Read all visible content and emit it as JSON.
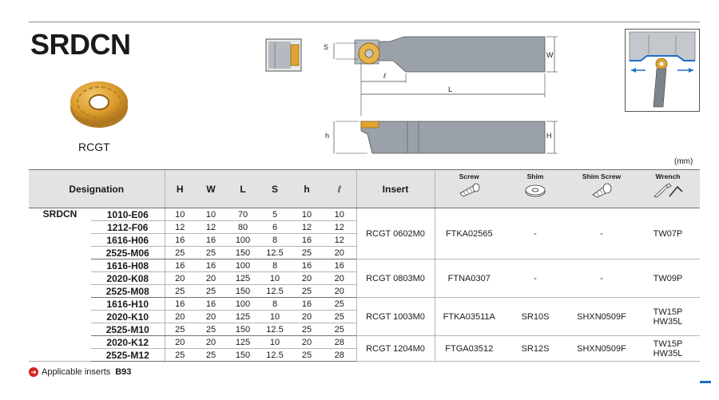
{
  "product": {
    "title": "SRDCN",
    "insert_shape": "RCGT",
    "units": "(mm)"
  },
  "diagram_labels": {
    "S": "S",
    "W": "W",
    "ell": "ℓ",
    "L": "L",
    "h": "h",
    "H": "H"
  },
  "table": {
    "headers": {
      "designation": "Designation",
      "H": "H",
      "W": "W",
      "L": "L",
      "S": "S",
      "h": "h",
      "ell": "ℓ",
      "insert": "Insert",
      "screw": "Screw",
      "shim": "Shim",
      "shim_screw": "Shim Screw",
      "wrench": "Wrench"
    },
    "series": "SRDCN",
    "rows": [
      {
        "designation": "1010-E06",
        "H": "10",
        "W": "10",
        "L": "70",
        "S": "5",
        "h": "10",
        "ell": "10"
      },
      {
        "designation": "1212-F06",
        "H": "12",
        "W": "12",
        "L": "80",
        "S": "6",
        "h": "12",
        "ell": "12"
      },
      {
        "designation": "1616-H06",
        "H": "16",
        "W": "16",
        "L": "100",
        "S": "8",
        "h": "16",
        "ell": "12"
      },
      {
        "designation": "2525-M06",
        "H": "25",
        "W": "25",
        "L": "150",
        "S": "12.5",
        "h": "25",
        "ell": "20"
      },
      {
        "designation": "1616-H08",
        "H": "16",
        "W": "16",
        "L": "100",
        "S": "8",
        "h": "16",
        "ell": "16"
      },
      {
        "designation": "2020-K08",
        "H": "20",
        "W": "20",
        "L": "125",
        "S": "10",
        "h": "20",
        "ell": "20"
      },
      {
        "designation": "2525-M08",
        "H": "25",
        "W": "25",
        "L": "150",
        "S": "12.5",
        "h": "25",
        "ell": "20"
      },
      {
        "designation": "1616-H10",
        "H": "16",
        "W": "16",
        "L": "100",
        "S": "8",
        "h": "16",
        "ell": "25"
      },
      {
        "designation": "2020-K10",
        "H": "20",
        "W": "20",
        "L": "125",
        "S": "10",
        "h": "20",
        "ell": "25"
      },
      {
        "designation": "2525-M10",
        "H": "25",
        "W": "25",
        "L": "150",
        "S": "12.5",
        "h": "25",
        "ell": "25"
      },
      {
        "designation": "2020-K12",
        "H": "20",
        "W": "20",
        "L": "125",
        "S": "10",
        "h": "20",
        "ell": "28"
      },
      {
        "designation": "2525-M12",
        "H": "25",
        "W": "25",
        "L": "150",
        "S": "12.5",
        "h": "25",
        "ell": "28"
      }
    ],
    "groups": [
      {
        "insert": "RCGT 0602M0",
        "screw": "FTKA02565",
        "shim": "-",
        "shim_screw": "-",
        "wrench": [
          "TW07P"
        ]
      },
      {
        "insert": "RCGT 0803M0",
        "screw": "FTNA0307",
        "shim": "-",
        "shim_screw": "-",
        "wrench": [
          "TW09P"
        ]
      },
      {
        "insert": "RCGT 1003M0",
        "screw": "FTKA03511A",
        "shim": "SR10S",
        "shim_screw": "SHXN0509F",
        "wrench": [
          "TW15P",
          "HW35L"
        ]
      },
      {
        "insert": "RCGT 1204M0",
        "screw": "FTGA03512",
        "shim": "SR12S",
        "shim_screw": "SHXN0509F",
        "wrench": [
          "TW15P",
          "HW35L"
        ]
      }
    ]
  },
  "footer": {
    "label": "Applicable inserts",
    "reference": "B93"
  },
  "colors": {
    "header_bg": "#e3e3e4",
    "insert_gold": "#d99a2b",
    "holder_gray": "#9aa1a8",
    "arrow_blue": "#1e6cc8",
    "footer_icon": "#d42020"
  }
}
